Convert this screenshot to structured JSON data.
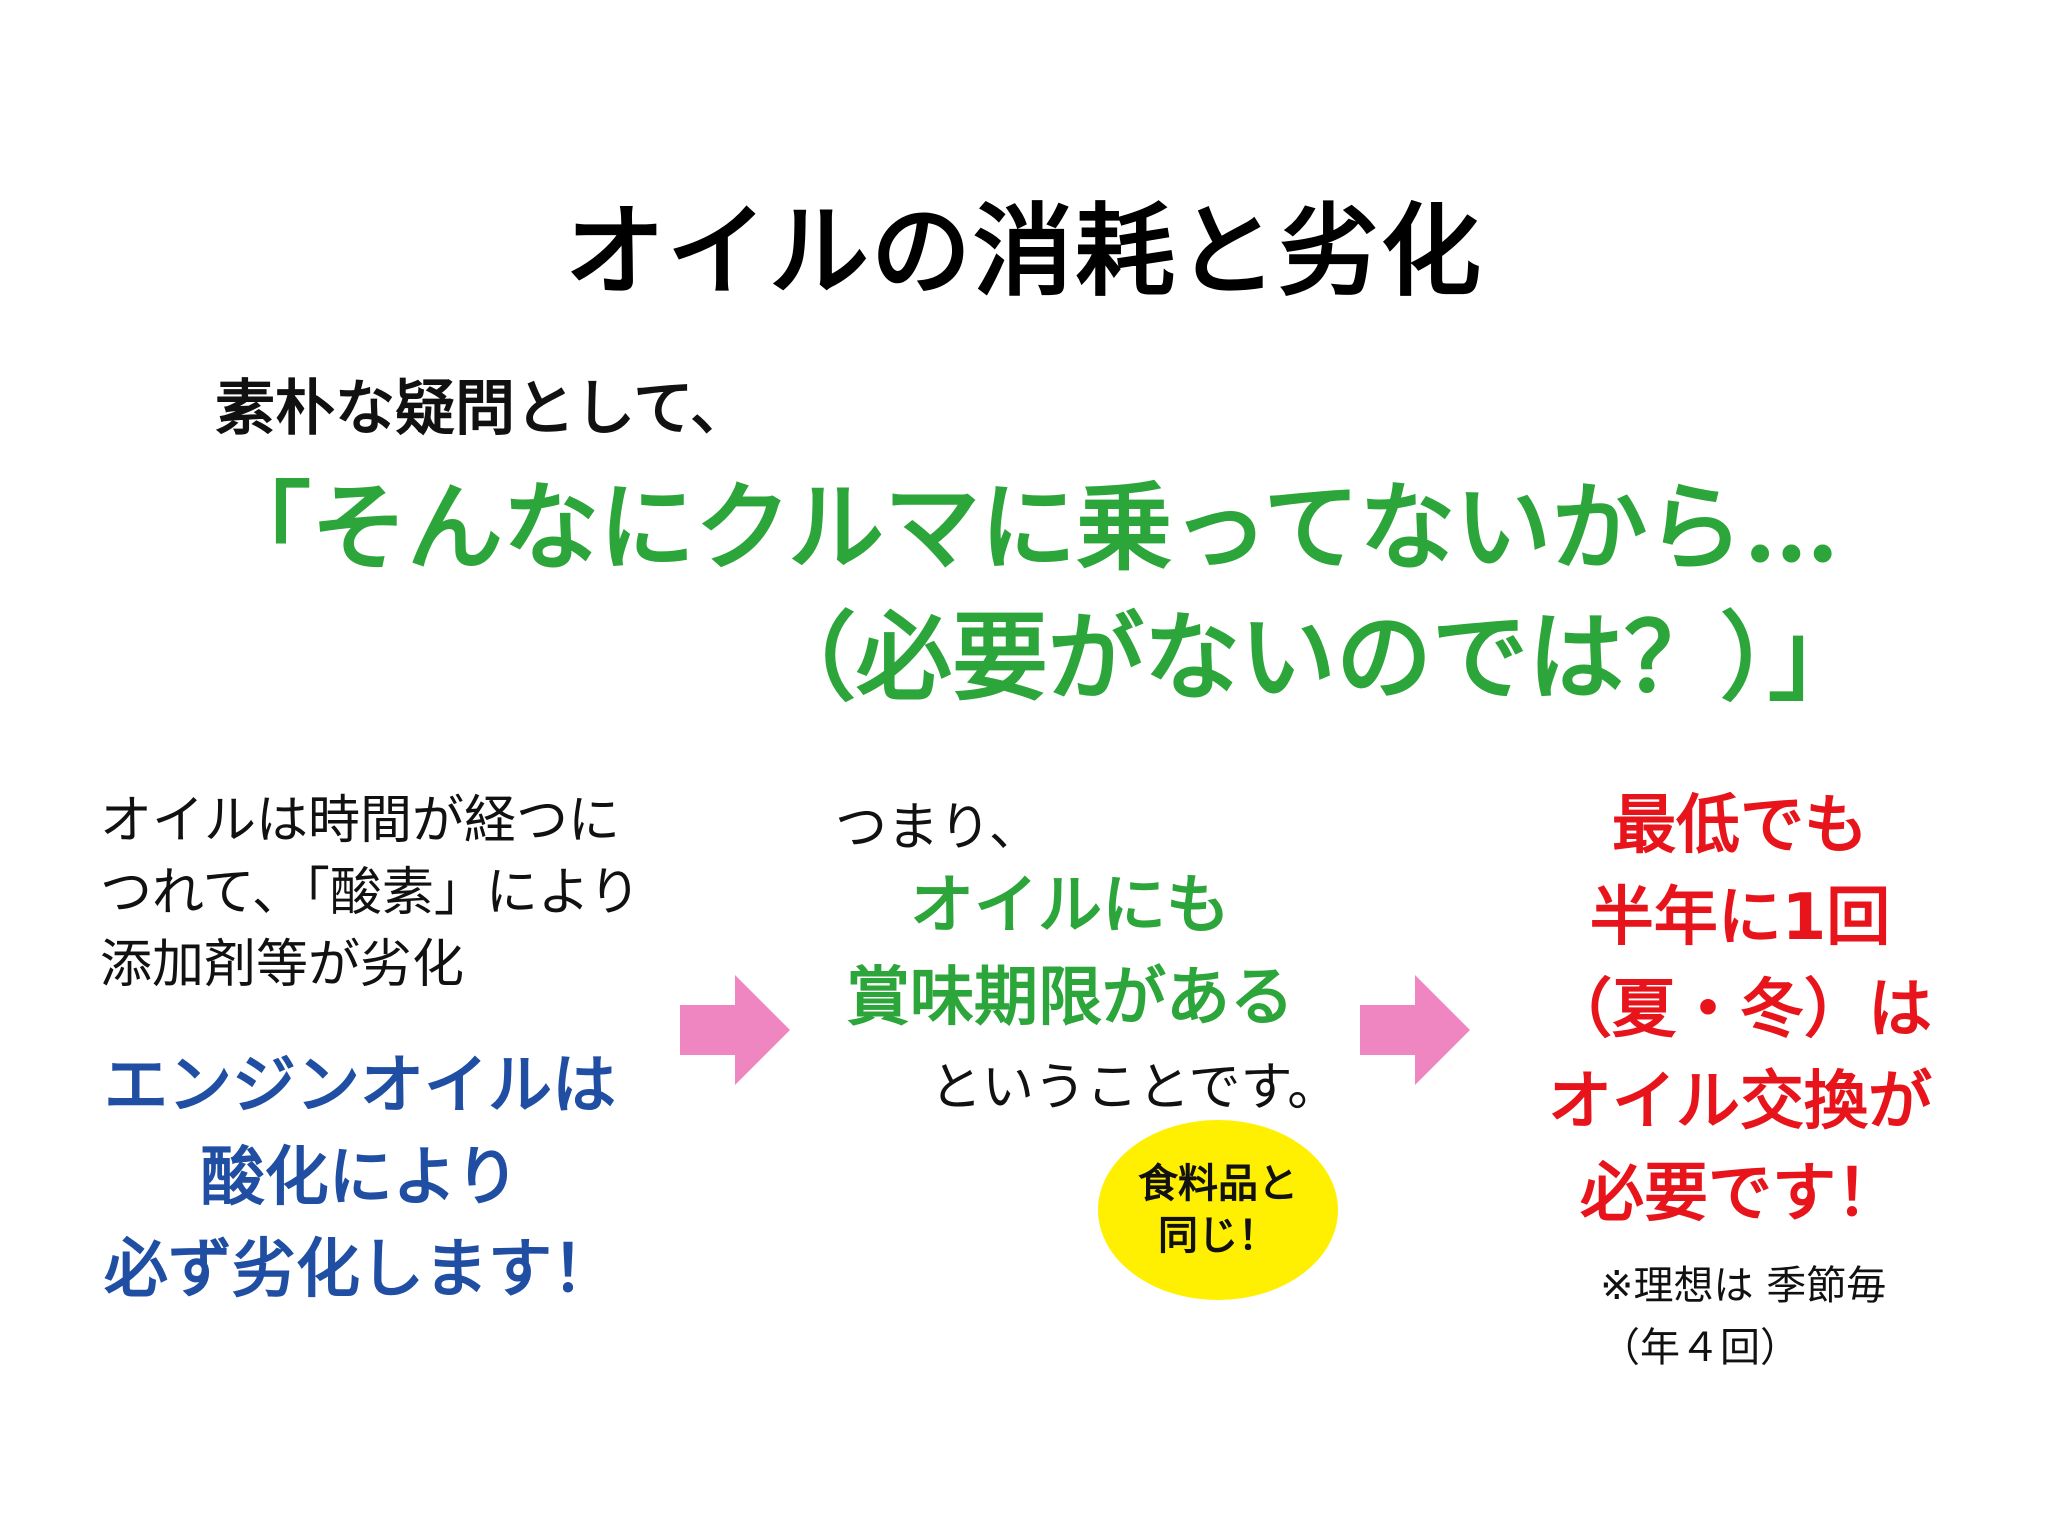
{
  "title": "オイルの消耗と劣化",
  "lead": "素朴な疑問として、",
  "quote": {
    "line1": "「そんなにクルマに乗ってないから…",
    "line2": "（必要がないのでは？）」"
  },
  "left": {
    "body": [
      "オイルは時間が経つに",
      "つれて、「酸素」により",
      "添加剤等が劣化"
    ],
    "strong": [
      "エンジンオイルは",
      "酸化により",
      "必ず劣化します！"
    ]
  },
  "middle": {
    "intro": "つまり、",
    "strong": [
      "オイルにも",
      "賞味期限がある"
    ],
    "tail": "ということです。",
    "badge": [
      "食料品と",
      "同じ！"
    ]
  },
  "right": {
    "strong": [
      "最低でも",
      "半年に1回",
      "（夏・冬）は",
      "オイル交換が",
      "必要です！"
    ],
    "note": [
      "※理想は 季節毎",
      "（年４回）"
    ]
  },
  "colors": {
    "green": "#2ca53a",
    "blue": "#1f4ea3",
    "red": "#e8141b",
    "arrow": "#ef86c2",
    "badge": "#ffef00"
  },
  "icons": {
    "arrow1": "right-arrow-icon",
    "arrow2": "right-arrow-icon"
  }
}
